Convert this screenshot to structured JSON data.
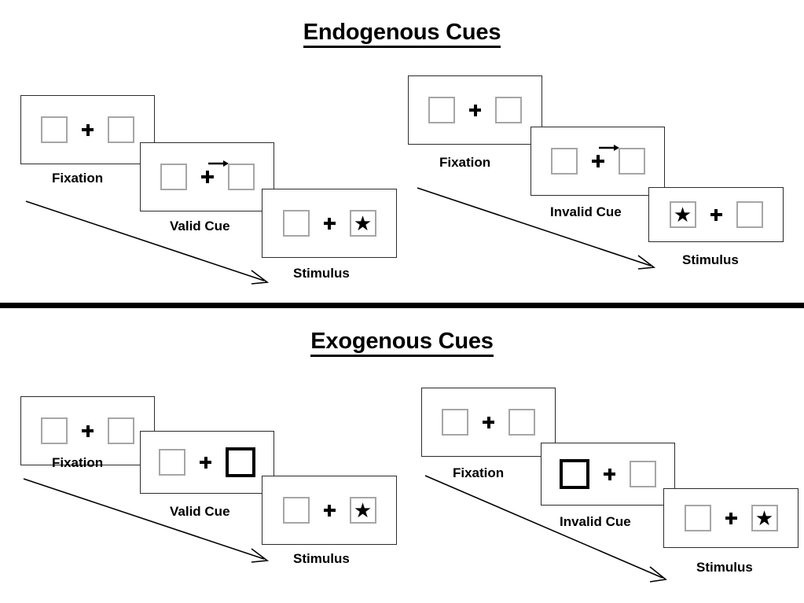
{
  "page": {
    "background": "#ffffff",
    "box_border_color": "#a6a6a6",
    "cued_box_border_color": "#000000",
    "panel_border_color": "#2b2b2b",
    "divider_color": "#000000"
  },
  "sections": [
    {
      "id": "endogenous",
      "title": "Endogenous Cues",
      "columns": [
        {
          "id": "endogenous-valid",
          "panels": [
            {
              "caption": "Fixation",
              "left_box": {
                "cued": false,
                "content": ""
              },
              "right_box": {
                "cued": false,
                "content": ""
              },
              "arrow_cue": "none"
            },
            {
              "caption": "Valid Cue",
              "left_box": {
                "cued": false,
                "content": ""
              },
              "right_box": {
                "cued": false,
                "content": ""
              },
              "arrow_cue": "right-arrow-icon"
            },
            {
              "caption": "Stimulus",
              "left_box": {
                "cued": false,
                "content": ""
              },
              "right_box": {
                "cued": false,
                "content": "★"
              },
              "arrow_cue": "none"
            }
          ]
        },
        {
          "id": "endogenous-invalid",
          "panels": [
            {
              "caption": "Fixation",
              "left_box": {
                "cued": false,
                "content": ""
              },
              "right_box": {
                "cued": false,
                "content": ""
              },
              "arrow_cue": "none"
            },
            {
              "caption": "Invalid Cue",
              "left_box": {
                "cued": false,
                "content": ""
              },
              "right_box": {
                "cued": false,
                "content": ""
              },
              "arrow_cue": "right-arrow-icon"
            },
            {
              "caption": "Stimulus",
              "left_box": {
                "cued": false,
                "content": "★"
              },
              "right_box": {
                "cued": false,
                "content": ""
              },
              "arrow_cue": "none"
            }
          ]
        }
      ]
    },
    {
      "id": "exogenous",
      "title": "Exogenous Cues",
      "columns": [
        {
          "id": "exogenous-valid",
          "panels": [
            {
              "caption": "Fixation",
              "left_box": {
                "cued": false,
                "content": ""
              },
              "right_box": {
                "cued": false,
                "content": ""
              },
              "arrow_cue": "none"
            },
            {
              "caption": "Valid Cue",
              "left_box": {
                "cued": false,
                "content": ""
              },
              "right_box": {
                "cued": true,
                "content": ""
              },
              "arrow_cue": "none"
            },
            {
              "caption": "Stimulus",
              "left_box": {
                "cued": false,
                "content": ""
              },
              "right_box": {
                "cued": false,
                "content": "★"
              },
              "arrow_cue": "none"
            }
          ]
        },
        {
          "id": "exogenous-invalid",
          "panels": [
            {
              "caption": "Fixation",
              "left_box": {
                "cued": false,
                "content": ""
              },
              "right_box": {
                "cued": false,
                "content": ""
              },
              "arrow_cue": "none"
            },
            {
              "caption": "Invalid Cue",
              "left_box": {
                "cued": true,
                "content": ""
              },
              "right_box": {
                "cued": false,
                "content": ""
              },
              "arrow_cue": "none"
            },
            {
              "caption": "Stimulus",
              "left_box": {
                "cued": false,
                "content": ""
              },
              "right_box": {
                "cued": false,
                "content": "★"
              },
              "arrow_cue": "none"
            }
          ]
        }
      ]
    }
  ],
  "time_arrows": [
    {
      "id": "endogenous-valid-time-arrow"
    },
    {
      "id": "endogenous-invalid-time-arrow"
    },
    {
      "id": "exogenous-valid-time-arrow"
    },
    {
      "id": "exogenous-invalid-time-arrow"
    }
  ]
}
